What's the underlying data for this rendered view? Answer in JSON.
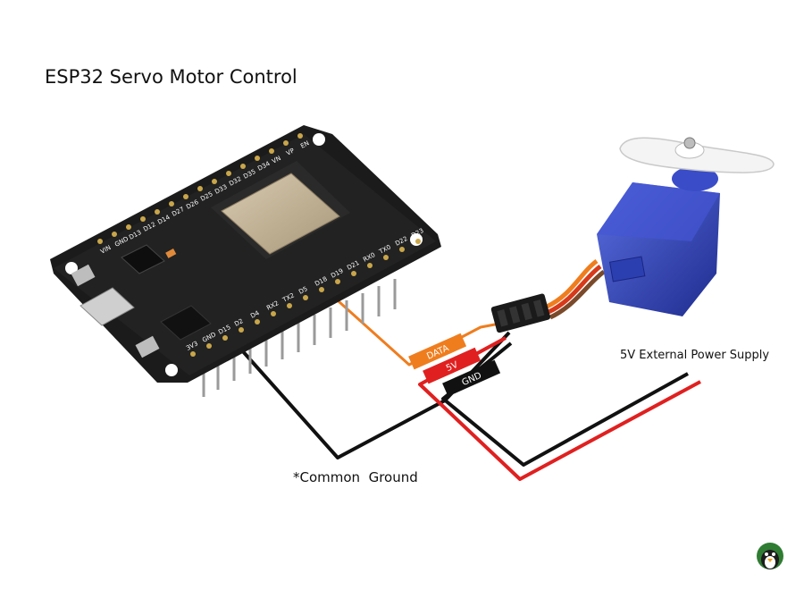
{
  "title": "ESP32 Servo Motor Control",
  "labels": {
    "power_supply": "5V External Power Supply",
    "common_ground": "*Common  Ground"
  },
  "wire_tags": {
    "data": "DATA",
    "vcc": "5V",
    "gnd": "GND"
  },
  "board": {
    "top_pins": [
      "VIN",
      "GND",
      "D13",
      "D12",
      "D14",
      "D27",
      "D26",
      "D25",
      "D33",
      "D32",
      "D35",
      "D34",
      "VN",
      "VP",
      "EN"
    ],
    "bottom_pins": [
      "3V3",
      "GND",
      "D15",
      "D2",
      "D4",
      "RX2",
      "TX2",
      "D5",
      "D18",
      "D19",
      "D21",
      "RX0",
      "TX0",
      "D22",
      "D23"
    ]
  },
  "colors": {
    "data_wire": "#ef7d1e",
    "power_wire": "#e02020",
    "ground_wire": "#111111",
    "board": "#1b1b1b",
    "module_shield": "#b9a98c",
    "servo_body": "#2b3fb0"
  },
  "icons": [
    "logo-icon"
  ]
}
